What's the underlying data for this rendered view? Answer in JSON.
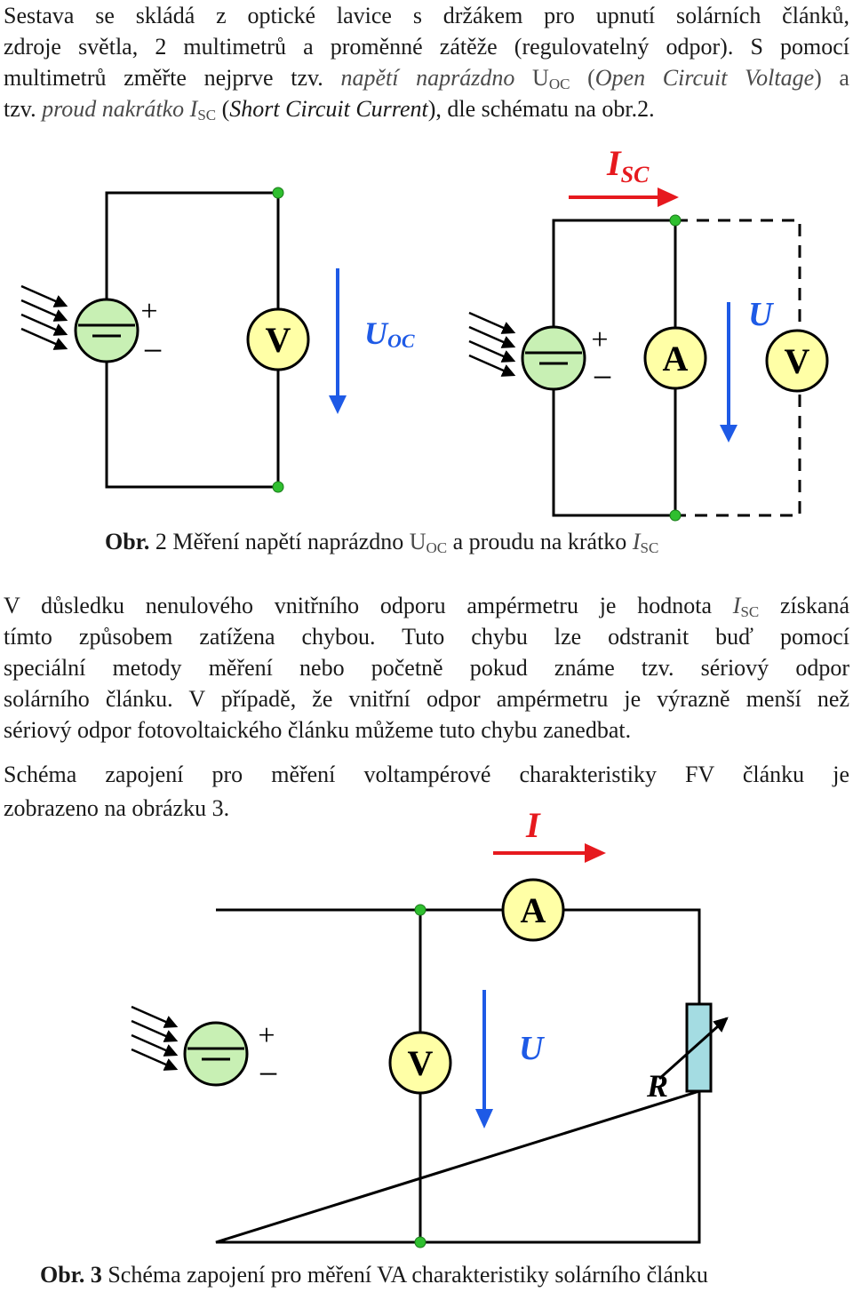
{
  "intro": {
    "line1": "Sestava se skládá z optické lavice s držákem pro upnutí solárních článků,",
    "line2": "zdroje světla, 2 multimetrů a proměnné zátěže (regulovatelný odpor). S pomocí",
    "line3_a": "multimetrů změřte nejprve tzv. ",
    "line3_term": "napětí naprázdno",
    "line3_sym": "U",
    "line3_sub": "OC",
    "line3_b": " (",
    "line3_en": "Open Circuit Voltage",
    "line3_c": ") a",
    "line4_a": "tzv. ",
    "line4_term": "proud nakrátko",
    "line4_sym": "I",
    "line4_sub": "SC",
    "line4_b": " (",
    "line4_en": "Short Circuit Current",
    "line4_c": "), dle schématu na obr.2."
  },
  "figure2": {
    "isc_label": "I",
    "isc_sub": "SC",
    "uoc_label": "U",
    "uoc_sub": "OC",
    "u_label": "U",
    "voltmeter1": "V",
    "ammeter": "A",
    "voltmeter2": "V",
    "plus": "+",
    "minus": "−",
    "caption_bold": "Obr.",
    "caption_a": " 2 Měření napětí naprázdno ",
    "caption_sym1": "U",
    "caption_sub1": "OC",
    "caption_b": "  a proudu na krátko ",
    "caption_sym2": "I",
    "caption_sub2": "SC"
  },
  "para2": {
    "line1_a": "V důsledku nenulového vnitřního odporu ampérmetru je hodnota ",
    "line1_sym": "I",
    "line1_sub": "SC",
    "line1_b": " získaná",
    "line2": "tímto způsobem zatížena chybou. Tuto chybu lze odstranit buď pomocí",
    "line3": "speciální metody měření nebo početně pokud známe tzv. sériový odpor",
    "line4": "solárního článku. V případě, že vnitřní odpor ampérmetru je výrazně menší než",
    "line5": "sériový odpor fotovoltaického článku můžeme tuto chybu zanedbat."
  },
  "para3": {
    "line1": "Schéma zapojení pro měření voltampérové charakteristiky FV článku je",
    "line2": "zobrazeno na obrázku 3."
  },
  "figure3": {
    "i_label": "I",
    "u_label": "U",
    "r_label": "R",
    "ammeter": "A",
    "voltmeter": "V",
    "plus": "+",
    "minus": "−",
    "caption_bold": "Obr. 3",
    "caption_rest": " Schéma zapojení pro měření VA charakteristiky solárního článku"
  },
  "colors": {
    "meter_fill": "#ffffa6",
    "cell_fill": "#c8f0b4",
    "red_arrow": "#e6191e",
    "blue_arrow": "#1e5ae6",
    "node_green": "#2fbf2f",
    "resistor_fill": "#a4dce2"
  }
}
